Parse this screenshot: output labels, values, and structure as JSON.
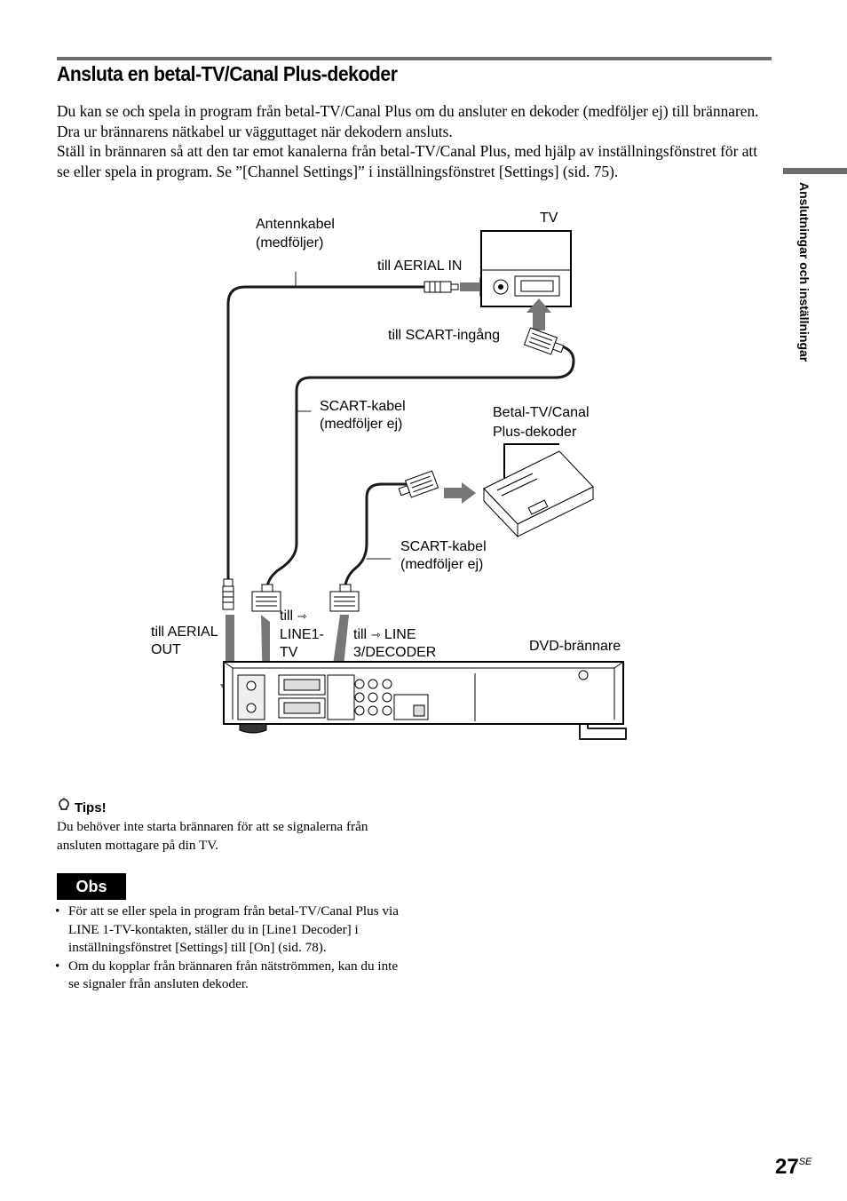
{
  "header": {
    "title": "Ansluta en betal-TV/Canal Plus-dekoder"
  },
  "intro": {
    "para1": "Du kan se och spela in program från betal-TV/Canal Plus om du ansluter en dekoder (medföljer ej) till brännaren. Dra ur brännarens nätkabel ur vägguttaget när dekodern ansluts.",
    "para2": "Ställ in brännaren så att den tar emot kanalerna från betal-TV/Canal Plus, med hjälp av inställningsfönstret för att se eller spela in program. Se ”[Channel Settings]” i inställningsfönstret [Settings] (sid. 75)."
  },
  "side_tab": "Anslutningar och inställningar",
  "diagram": {
    "tv": "TV",
    "antennkabel": "Antennkabel",
    "antennkabel_sub": "(medföljer)",
    "aerial_in": "till AERIAL IN",
    "scart_input": "till SCART-ingång",
    "scart_cable1": "SCART-kabel",
    "scart_cable1_sub": "(medföljer ej)",
    "decoder": "Betal-TV/Canal",
    "decoder_sub": "Plus-dekoder",
    "scart_cable2": "SCART-kabel",
    "scart_cable2_sub": "(medföljer ej)",
    "aerial_out": "till AERIAL",
    "aerial_out_sub": "OUT",
    "line1_a": "till",
    "line1_b": "LINE1-",
    "line1_c": "TV",
    "line3_a": "till",
    "line3_b": "LINE",
    "line3_c": "3/DECODER",
    "dvd": "DVD-brännare"
  },
  "tips": {
    "heading": "Tips!",
    "text": "Du behöver inte starta brännaren för att se signalerna från ansluten mottagare på din TV."
  },
  "obs": {
    "label": "Obs",
    "items": [
      "För att se eller spela in program från betal-TV/Canal Plus via LINE 1-TV-kontakten, ställer du in [Line1 Decoder] i inställningsfönstret [Settings] till [On] (sid. 78).",
      "Om du kopplar från brännaren från nätströmmen, kan du inte se signaler från ansluten dekoder."
    ]
  },
  "page": {
    "number": "27",
    "suffix": "SE"
  }
}
